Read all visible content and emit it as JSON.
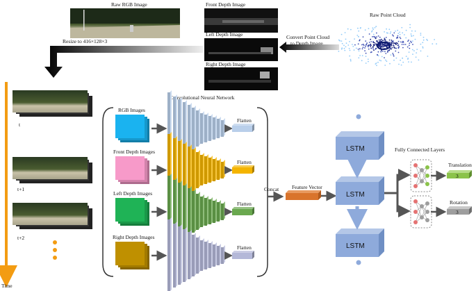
{
  "top": {
    "raw_rgb_label": "Raw  RGB Image",
    "front_depth_label": "Front Depth Image",
    "left_depth_label": "Left Depth Image",
    "right_depth_label": "Right Depth Image",
    "raw_point_cloud_label": "Raw Point Cloud",
    "convert_label_line1": "Convert Point Cloud",
    "convert_label_line2": "to Depth Image",
    "resize_label": "Resize to 416×128×3"
  },
  "timeline": {
    "time_label": "Time",
    "t_labels": [
      "t",
      "t+1",
      "t+2"
    ]
  },
  "cnn": {
    "title": "Convolutional Neural Network",
    "inputs": [
      {
        "label": "RGB Images",
        "color": "#1ab3f0",
        "cnn_color": "#b9cfea"
      },
      {
        "label": "Front Depth Images",
        "color": "#f79ac9",
        "cnn_color": "#f4b400"
      },
      {
        "label": "Left Depth Images",
        "color": "#1fb356",
        "cnn_color": "#6aa84f"
      },
      {
        "label": "Right Depth Images",
        "color": "#bf9000",
        "cnn_color": "#b4b8d8"
      }
    ],
    "flatten_label": "Flatten"
  },
  "fusion": {
    "concat_label": "Concat",
    "feature_vector_label": "Feature Vector"
  },
  "lstm": {
    "label": "LSTM"
  },
  "fc": {
    "title": "Fully Connected Layers",
    "translation_label": "Translation",
    "translation_dim": "3",
    "rotation_label": "Rotation",
    "rotation_dim": "3"
  },
  "colors": {
    "time_axis": "#f39c12",
    "lstm_box": "#8eaadb",
    "feature_vector": "#d9742c",
    "translation_box": "#8bc34a",
    "rotation_box": "#9e9e9e",
    "arrow": "#555555"
  }
}
